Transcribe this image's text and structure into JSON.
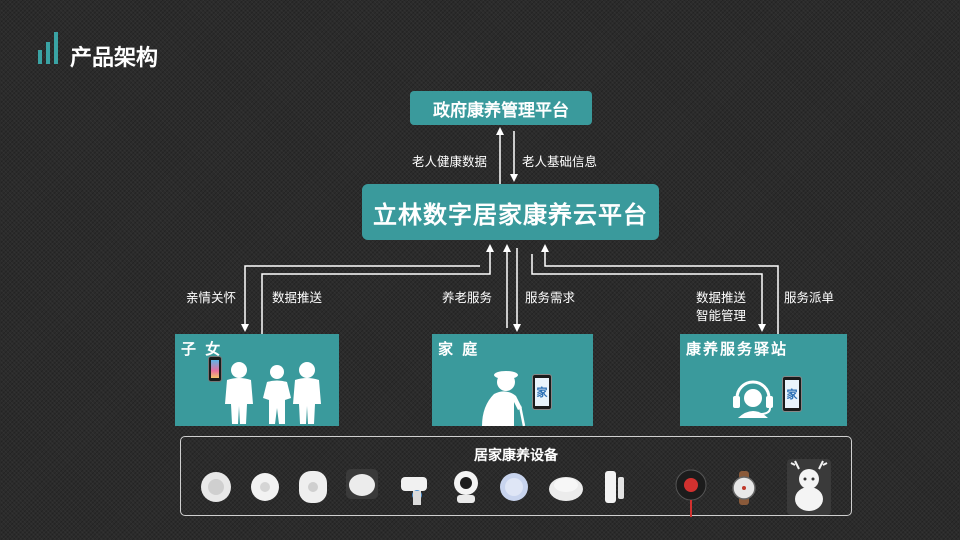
{
  "page": {
    "title": "产品架构"
  },
  "gov_platform": {
    "label": "政府康养管理平台"
  },
  "cloud_platform": {
    "label": "立林数字居家康养云平台"
  },
  "flows": {
    "health_data": "老人健康数据",
    "basic_info": "老人基础信息",
    "family_care": "亲情关怀",
    "data_push_kids": "数据推送",
    "elderly_service": "养老服务",
    "service_demand": "服务需求",
    "data_push_station": "数据推送",
    "smart_management": "智能管理",
    "service_dispatch": "服务派单"
  },
  "nodes": {
    "kids": {
      "label": "子 女"
    },
    "family": {
      "label": "家 庭"
    },
    "station": {
      "label": "康养服务驿站"
    }
  },
  "phone_app_glyph": "家",
  "devices": {
    "title": "居家康养设备",
    "items": [
      {
        "icon": "round-sensor-icon"
      },
      {
        "icon": "button-sensor-icon"
      },
      {
        "icon": "cylinder-sensor-icon"
      },
      {
        "icon": "smoke-detector-icon"
      },
      {
        "icon": "gas-valve-icon"
      },
      {
        "icon": "home-camera-icon"
      },
      {
        "icon": "blue-dome-sensor-icon"
      },
      {
        "icon": "flat-round-sensor-icon"
      },
      {
        "icon": "door-sensor-icon"
      },
      {
        "icon": "emergency-pendant-icon"
      },
      {
        "icon": "smart-watch-icon"
      },
      {
        "icon": "deer-robot-icon"
      }
    ]
  },
  "colors": {
    "accent": "#3a9a9c",
    "background": "#2b2b2b",
    "text": "#ffffff"
  }
}
